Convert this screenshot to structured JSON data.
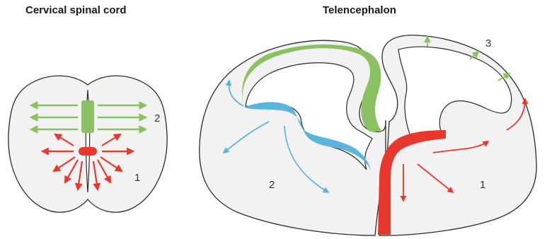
{
  "panels": {
    "left": {
      "title": "Cervical spinal cord",
      "labels": [
        "1",
        "2"
      ]
    },
    "right": {
      "title": "Telencephalon",
      "labels": [
        "1",
        "2",
        "3"
      ]
    }
  },
  "colors": {
    "red": "#e8372c",
    "green": "#8cc163",
    "blue": "#5ab4dc",
    "tissue": "#f2f2f2",
    "outline": "#2a2a2a"
  }
}
